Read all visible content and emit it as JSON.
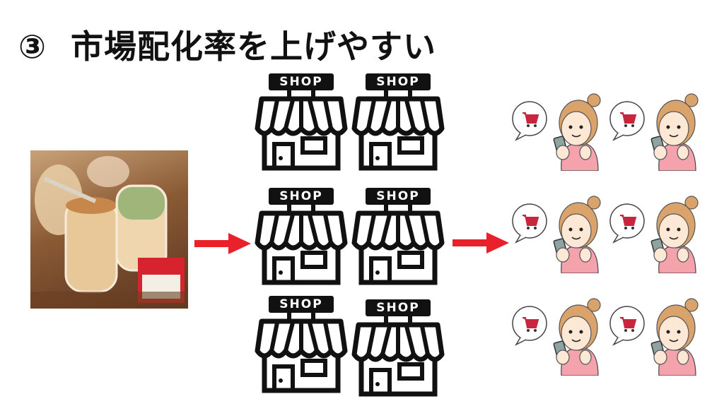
{
  "slide": {
    "number": "③",
    "title": "市場配化率を上げやすい"
  },
  "shop_label": "SHOP",
  "colors": {
    "arrow": "#e8212b",
    "shop": "#111111",
    "cart": "#c8263f"
  }
}
